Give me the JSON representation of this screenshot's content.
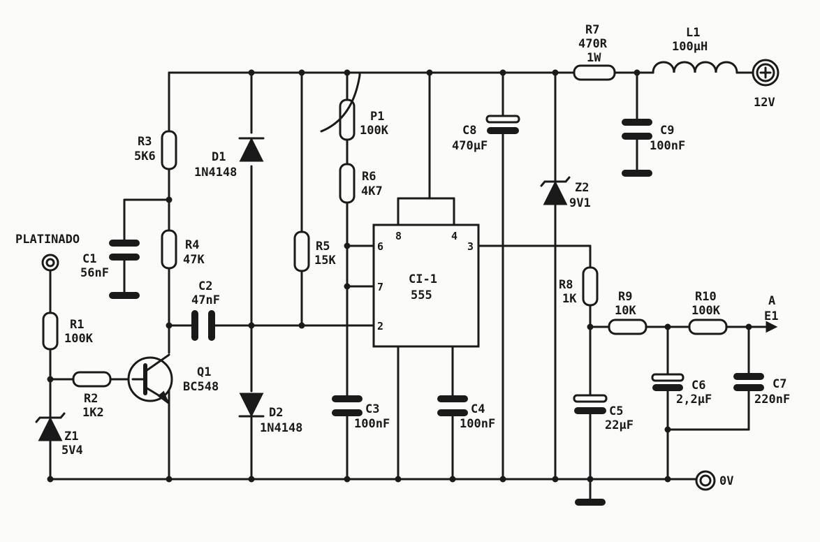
{
  "terminals": {
    "platinado": "PLATINADO",
    "supply": "12V",
    "ground": "0V",
    "out_a": "A",
    "out_e1": "E1"
  },
  "components": {
    "r1": {
      "name": "R1",
      "value": "100K"
    },
    "r2": {
      "name": "R2",
      "value": "1K2"
    },
    "r3": {
      "name": "R3",
      "value": "5K6"
    },
    "r4": {
      "name": "R4",
      "value": "47K"
    },
    "r5": {
      "name": "R5",
      "value": "15K"
    },
    "r6": {
      "name": "R6",
      "value": "4K7"
    },
    "r7": {
      "name": "R7",
      "value": "470R",
      "rating": "1W"
    },
    "r8": {
      "name": "R8",
      "value": "1K"
    },
    "r9": {
      "name": "R9",
      "value": "10K"
    },
    "r10": {
      "name": "R10",
      "value": "100K"
    },
    "p1": {
      "name": "P1",
      "value": "100K"
    },
    "l1": {
      "name": "L1",
      "value": "100µH"
    },
    "c1": {
      "name": "C1",
      "value": "56nF"
    },
    "c2": {
      "name": "C2",
      "value": "47nF"
    },
    "c3": {
      "name": "C3",
      "value": "100nF"
    },
    "c4": {
      "name": "C4",
      "value": "100nF"
    },
    "c5": {
      "name": "C5",
      "value": "22µF"
    },
    "c6": {
      "name": "C6",
      "value": "2,2µF"
    },
    "c7": {
      "name": "C7",
      "value": "220nF"
    },
    "c8": {
      "name": "C8",
      "value": "470µF"
    },
    "c9": {
      "name": "C9",
      "value": "100nF"
    },
    "d1": {
      "name": "D1",
      "value": "1N4148"
    },
    "d2": {
      "name": "D2",
      "value": "1N4148"
    },
    "z1": {
      "name": "Z1",
      "value": "5V4"
    },
    "z2": {
      "name": "Z2",
      "value": "9V1"
    },
    "q1": {
      "name": "Q1",
      "value": "BC548"
    },
    "ci1": {
      "name": "CI-1",
      "value": "555"
    }
  },
  "ic_pins": {
    "p8": "8",
    "p4": "4",
    "p6": "6",
    "p7": "7",
    "p3": "3",
    "p2": "2"
  }
}
